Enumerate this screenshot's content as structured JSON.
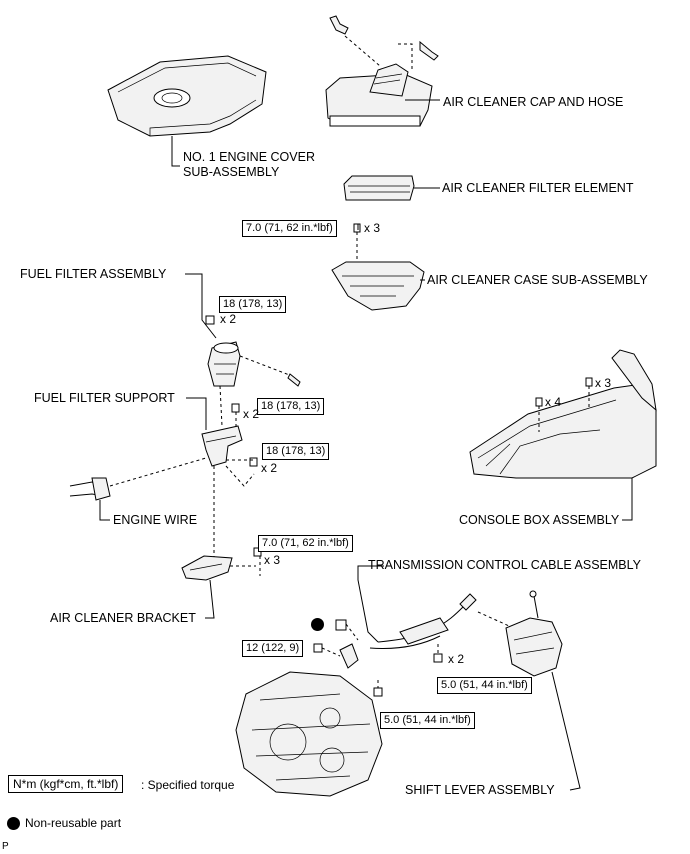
{
  "labels": {
    "air_cleaner_cap_and_hose": "AIR CLEANER CAP AND HOSE",
    "engine_cover_line1": "NO. 1 ENGINE COVER",
    "engine_cover_line2": "SUB-ASSEMBLY",
    "air_cleaner_filter_element": "AIR CLEANER FILTER ELEMENT",
    "air_cleaner_case": "AIR CLEANER CASE SUB-ASSEMBLY",
    "fuel_filter_assembly": "FUEL FILTER ASSEMBLY",
    "fuel_filter_support": "FUEL FILTER SUPPORT",
    "engine_wire": "ENGINE WIRE",
    "console_box_assembly": "CONSOLE BOX ASSEMBLY",
    "transmission_control_cable": "TRANSMISSION CONTROL CABLE ASSEMBLY",
    "air_cleaner_bracket": "AIR CLEANER BRACKET",
    "shift_lever_assembly": "SHIFT LEVER ASSEMBLY"
  },
  "torques": {
    "case_bolts": "7.0 (71, 62 in.*lbf)",
    "fuel_filter_nuts": "18 (178, 13)",
    "support_bolts_upper": "18 (178, 13)",
    "support_bolts_lower": "18 (178, 13)",
    "bracket_bolts": "7.0 (71, 62 in.*lbf)",
    "cable_nut": "12 (122, 9)",
    "cable_bracket_nuts": "5.0 (51, 44 in.*lbf)",
    "cable_bolt": "5.0 (51, 44 in.*lbf)"
  },
  "quantities": {
    "case_bolts": "x 3",
    "fuel_filter_nuts": "x 2",
    "support_bolts_upper": "x 2",
    "support_bolts_lower": "x 2",
    "bracket_bolts": "x 3",
    "console_clips_left": "x 4",
    "console_clips_right": "x 3",
    "cable_bracket_nuts": "x 2"
  },
  "legend": {
    "torque_unit": "N*m (kgf*cm, ft.*lbf)",
    "torque_text": ": Specified torque",
    "non_reusable_text": "Non-reusable part"
  },
  "corner_mark": "P"
}
